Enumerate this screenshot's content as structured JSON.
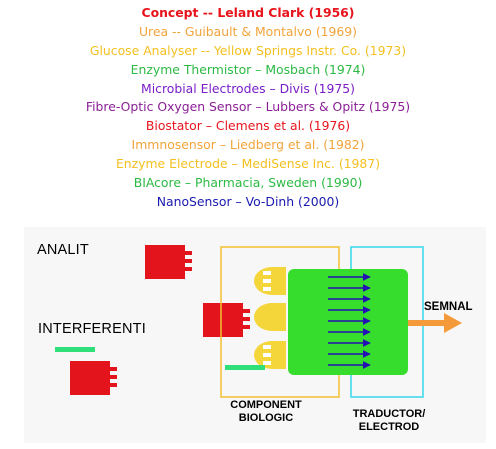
{
  "timeline": [
    {
      "text": "Concept -- Leland Clark (1956)",
      "color": "#e8141c",
      "weight": "bold"
    },
    {
      "text": "Urea  -- Guibault & Montalvo (1969)",
      "color": "#f2a43a",
      "weight": "normal"
    },
    {
      "text": "Glucose Analyser -- Yellow Springs Instr. Co. (1973)",
      "color": "#f4c020",
      "weight": "normal"
    },
    {
      "text": "Enzyme Thermistor – Mosbach (1974)",
      "color": "#2cba44",
      "weight": "normal"
    },
    {
      "text": "Microbial Electrodes – Divis (1975)",
      "color": "#7a1ec8",
      "weight": "normal"
    },
    {
      "text": "Fibre-Optic Oxygen Sensor – Lubbers & Opitz (1975)",
      "color": "#8a1f96",
      "weight": "normal"
    },
    {
      "text": "Biostator – Clemens et al. (1976)",
      "color": "#e8141c",
      "weight": "normal"
    },
    {
      "text": "Immnosensor – Liedberg et al. (1982)",
      "color": "#f2a43a",
      "weight": "normal"
    },
    {
      "text": "Enzyme Electrode – MediSense Inc. (1987)",
      "color": "#f4c020",
      "weight": "normal"
    },
    {
      "text": "BIAcore – Pharmacia, Sweden (1990)",
      "color": "#2cba44",
      "weight": "normal"
    },
    {
      "text": "NanoSensor – Vo-Dinh (2000)",
      "color": "#1a1ab0",
      "weight": "normal"
    }
  ],
  "diagram": {
    "analit_label": "ANALIT",
    "interferenti_label": "INTERFERENTI",
    "component_label_line1": "COMPONENT",
    "component_label_line2": "BIOLOGIC",
    "traductor_label_line1": "TRADUCTOR/",
    "traductor_label_line2": "ELECTROD",
    "semnal_label": "SEMNAL",
    "colors": {
      "analyte_red": "#e3141b",
      "interferent_green": "#2fe07a",
      "receptor_yellow": "#f5d63a",
      "component_box": "#f2c12e",
      "transducer_box": "#35d8ea",
      "transducer_green": "#36dd2c",
      "arrow_blue": "#2410b4",
      "signal_orange": "#f59a3a"
    }
  }
}
